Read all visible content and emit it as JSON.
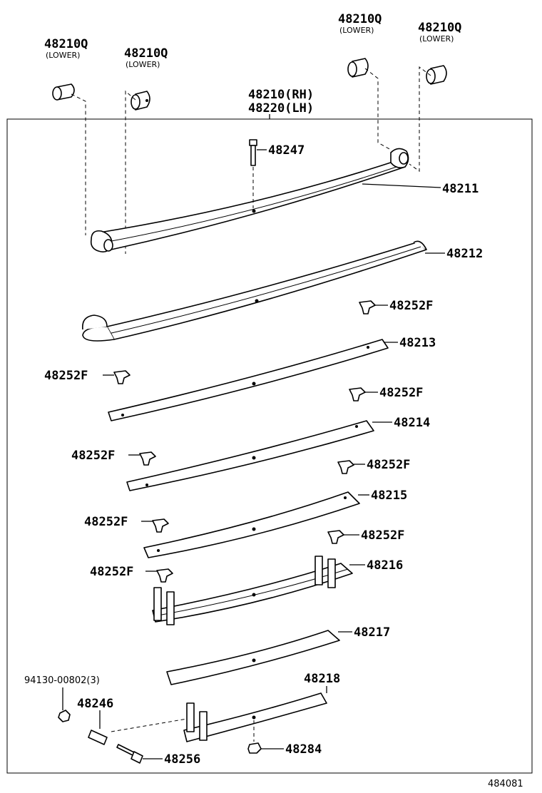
{
  "bushings": [
    {
      "part_no": "48210Q",
      "note": "(LOWER)"
    },
    {
      "part_no": "48210Q",
      "note": "(LOWER)"
    },
    {
      "part_no": "48210Q",
      "note": "(LOWER)"
    },
    {
      "part_no": "48210Q",
      "note": "(LOWER)"
    }
  ],
  "assembly": {
    "rh": "48210(RH)",
    "lh": "48220(LH)"
  },
  "bolt_center": "48247",
  "leaves": [
    "48211",
    "48212",
    "48213",
    "48214",
    "48215",
    "48216",
    "48217",
    "48218"
  ],
  "clip": "48252F",
  "nut_qty": "94130-00802(3)",
  "pin": "48246",
  "bolt": "48256",
  "nut": "48284",
  "diagram_code": "484081"
}
